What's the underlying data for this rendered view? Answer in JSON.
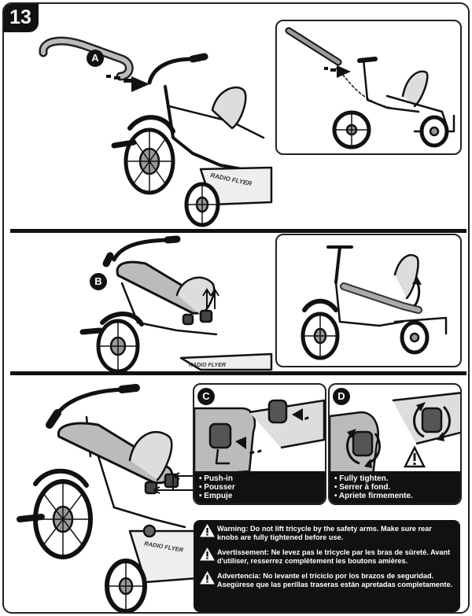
{
  "step_number": "13",
  "callouts": {
    "a": "A",
    "b": "B",
    "c": "C",
    "d": "D"
  },
  "brand": "RADIO FLYER",
  "caption_c": [
    "• Push-in",
    "• Pousser",
    "• Empuje"
  ],
  "caption_d": [
    "• Fully tighten.",
    "• Serrer à fond.",
    "• Apriete firmemente."
  ],
  "warnings": {
    "en": "Warning: Do not lift tricycle by the safety arms. Make sure rear knobs are fully tightened before use.",
    "fr": "Avertissement: Ne levez pas le tricycle par les bras de sûreté. Avant d'utiliser, resserrez complètement les boutons amières.",
    "es": "Advertencia: No levante el triciclo por los brazos de seguridad. Asegúrese que las perillas traseras están apretadas completamente."
  },
  "icons": [
    "warning-triangle-icon",
    "push-arrow-icon",
    "rotate-arrow-icon",
    "lift-arrow-icon"
  ]
}
